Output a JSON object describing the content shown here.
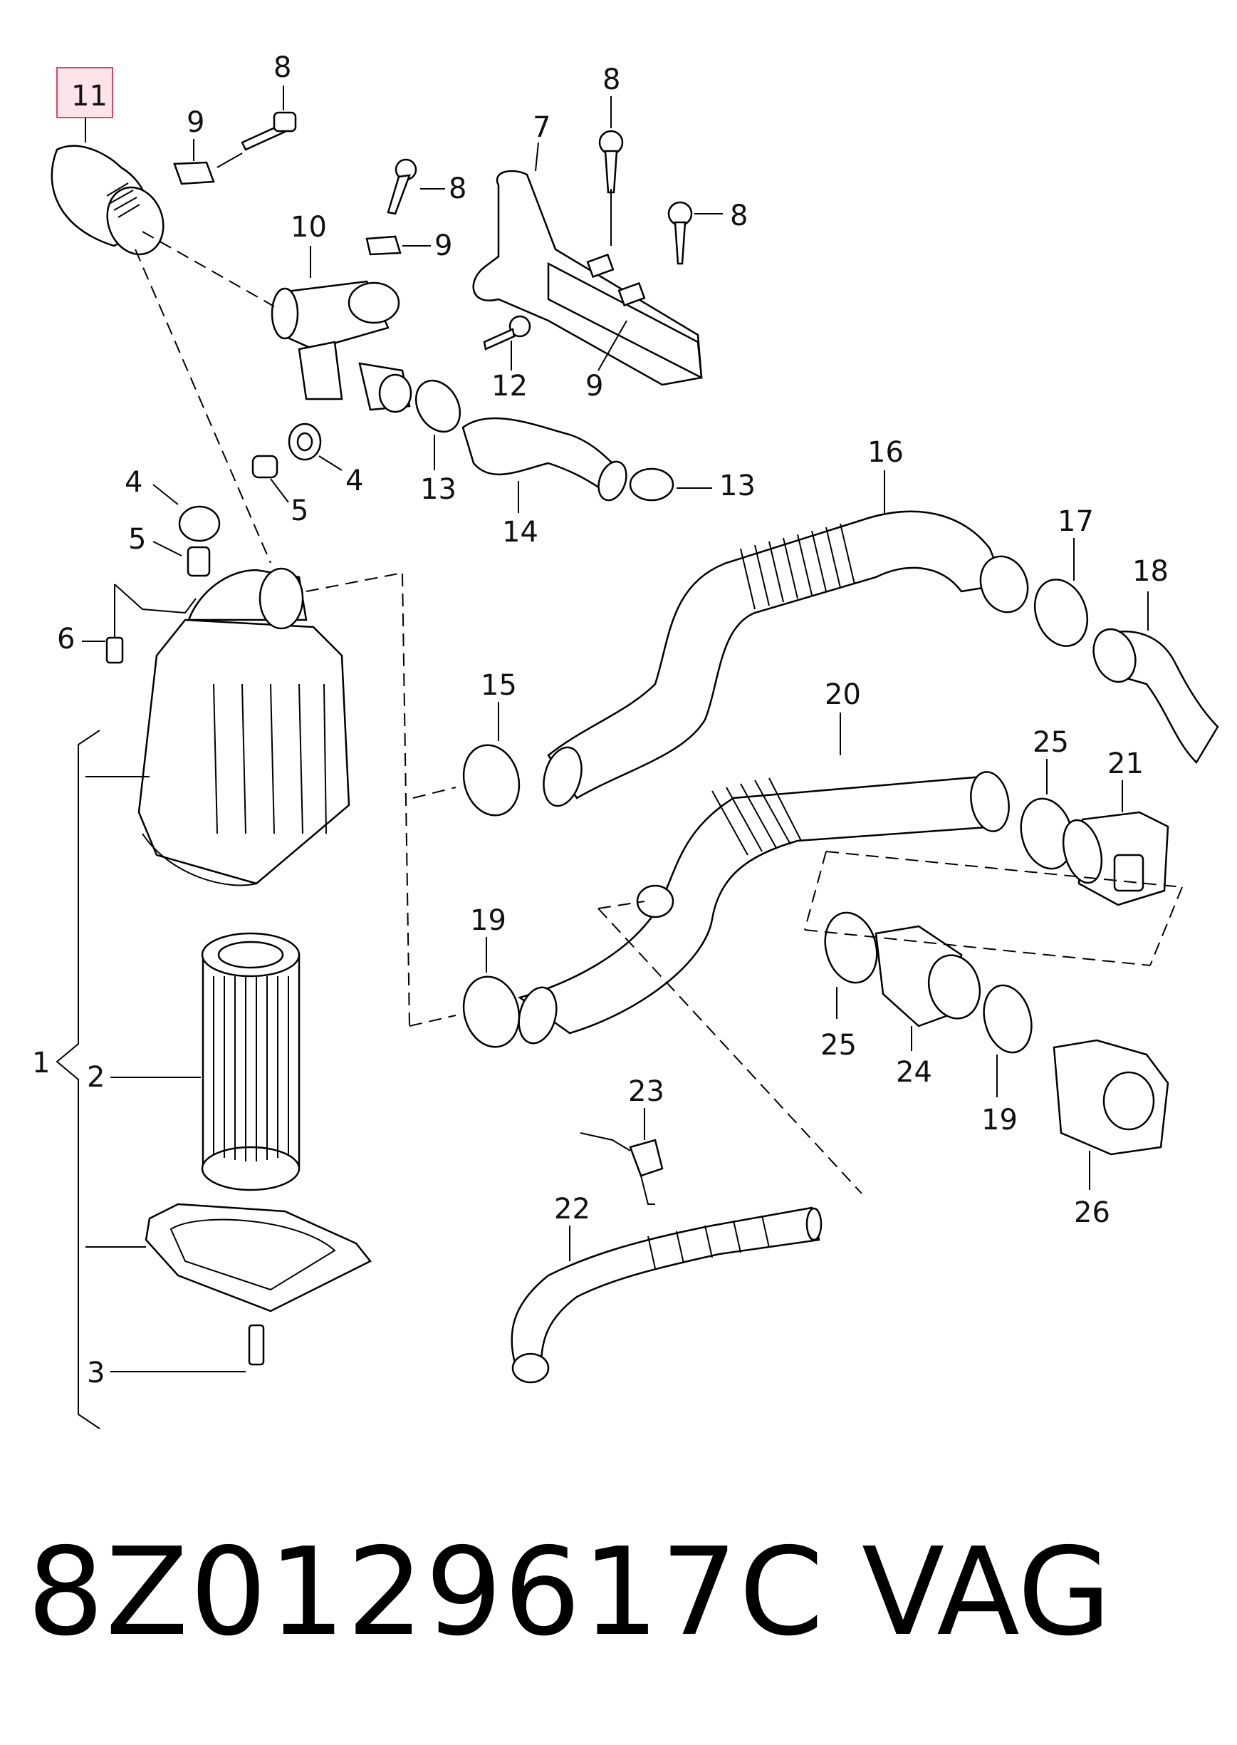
{
  "highlighted_callout": "11",
  "highlight_color": "#fde4ea",
  "highlight_border": "#d9485f",
  "callouts": {
    "c11": "11",
    "c8a": "8",
    "c9a": "9",
    "c7": "7",
    "c8b": "8",
    "c8c": "8",
    "c10": "10",
    "c9b": "9",
    "c8d": "8",
    "c12": "12",
    "c9c": "9",
    "c4a": "4",
    "c4b": "4",
    "c5a": "5",
    "c5b": "5",
    "c6": "6",
    "c13a": "13",
    "c13b": "13",
    "c14": "14",
    "c16": "16",
    "c17": "17",
    "c18": "18",
    "c15": "15",
    "c20": "20",
    "c25a": "25",
    "c21": "21",
    "c19a": "19",
    "c25b": "25",
    "c24": "24",
    "c19b": "19",
    "c23": "23",
    "c22": "22",
    "c26": "26",
    "c1": "1",
    "c2": "2",
    "c3": "3"
  },
  "footer": {
    "part_number": "8Z0129617C",
    "brand": "VAG"
  }
}
